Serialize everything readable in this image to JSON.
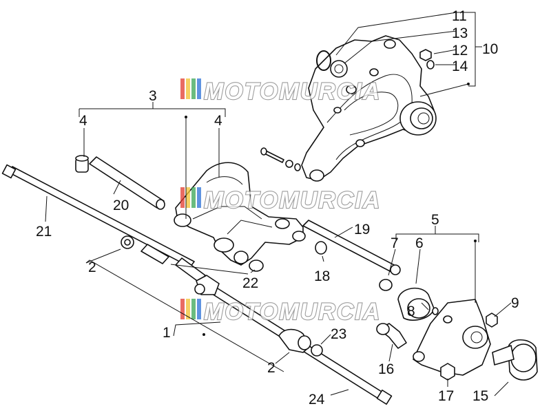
{
  "diagram": {
    "watermark": {
      "text": "MOTOMURCIA",
      "colors": [
        "#e23b2e",
        "#f2c230",
        "#3aa655",
        "#2a6fd6"
      ]
    },
    "callouts": {
      "n1": "1",
      "n2a": "2",
      "n2b": "2",
      "n3": "3",
      "n4a": "4",
      "n4b": "4",
      "n5": "5",
      "n6": "6",
      "n7": "7",
      "n8": "8",
      "n9": "9",
      "n10": "10",
      "n11": "11",
      "n12": "12",
      "n13": "13",
      "n14": "14",
      "n15": "15",
      "n16": "16",
      "n17": "17",
      "n18": "18",
      "n19": "19",
      "n20": "20",
      "n21": "21",
      "n22": "22",
      "n23": "23",
      "n24": "24"
    }
  }
}
